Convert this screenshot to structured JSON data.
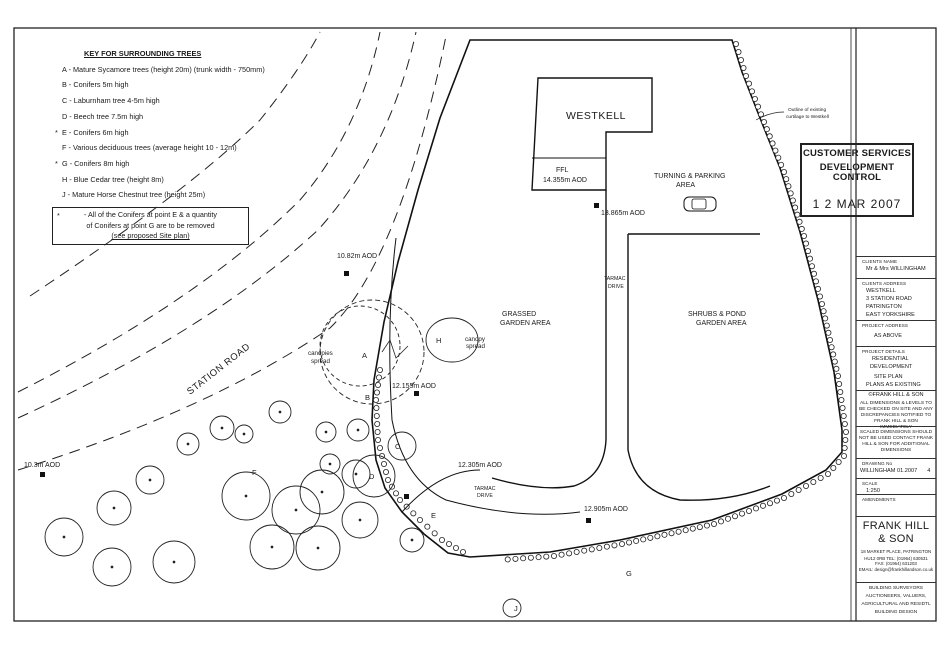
{
  "key": {
    "title": "KEY FOR SURROUNDING TREES",
    "items": [
      {
        "star": "",
        "text": "A - Mature Sycamore trees (height 20m) (trunk width - 750mm)"
      },
      {
        "star": "",
        "text": "B - Conifers 5m high"
      },
      {
        "star": "",
        "text": "C - Laburnham tree 4-5m high"
      },
      {
        "star": "",
        "text": "D - Beech tree 7.5m high"
      },
      {
        "star": "*",
        "text": "E - Conifers 6m high"
      },
      {
        "star": "",
        "text": "F - Various deciduous trees (average height 10 - 12m)"
      },
      {
        "star": "*",
        "text": "G - Conifers 8m high"
      },
      {
        "star": "",
        "text": "H - Blue Cedar tree (height 8m)"
      },
      {
        "star": "",
        "text": "J - Mature Horse Chestnut tree (height 25m)"
      }
    ],
    "note_star": "*",
    "note_line1": "- All of the Conifers at point E & a quantity",
    "note_line2": "of Conifers at point G are to be removed",
    "note_link": "(see proposed Site plan)"
  },
  "plan": {
    "building": "WESTKELL",
    "ffl": "FFL",
    "ffl_level": "14.355m AOD",
    "turning1": "TURNING & PARKING",
    "turning2": "AREA",
    "level_drive": "13.865m AOD",
    "tarmac_drive1": "TARMAC",
    "tarmac_drive2": "DRIVE",
    "grassed1": "GRASSED",
    "grassed2": "GARDEN AREA",
    "shrubs1": "SHRUBS & POND",
    "shrubs2": "GARDEN AREA",
    "station_road": "STATION ROAD",
    "level_a": "10.82m AOD",
    "level_b": "12.155m AOD",
    "level_c": "12.305m AOD",
    "level_d": "12.905m AOD",
    "level_road": "10.3m AOD",
    "canopies1": "canopies",
    "canopies2": "spread",
    "canopy1": "canopy",
    "canopy2": "spread",
    "curtilage1": "Outline of existing",
    "curtilage2": "curtilage to Westkell",
    "tarmac_lower1": "TARMAC",
    "tarmac_lower2": "DRIVE",
    "tree_labels": {
      "A": "A",
      "B": "B",
      "C": "C",
      "D": "D",
      "E": "E",
      "F": "F",
      "G": "G",
      "H": "H",
      "J": "J"
    }
  },
  "stamp": {
    "line1": "CUSTOMER SERVICES",
    "line2": "DEVELOPMENT CONTROL",
    "date": "1 2 MAR 2007"
  },
  "title_block": {
    "clients_name_h": "CLIENTS NAME",
    "clients_name": "Mr & Mrs WILLINGHAM",
    "clients_address_h": "CLIENTS ADDRESS",
    "address": [
      "WESTKELL",
      "3 STATION ROAD",
      "PATRINGTON",
      "EAST YORKSHIRE"
    ],
    "project_address_h": "PROJECT ADDRESS",
    "project_address": "AS ABOVE",
    "project_details_h": "PROJECT DETAILS",
    "project_details": [
      "RESIDENTIAL",
      "DEVELOPMENT"
    ],
    "site_plan": "SITE PLAN",
    "plans_existing": "PLANS AS EXISTING",
    "copyright": "©FRANK HILL & SON",
    "notice": "ALL DIMENSIONS & LEVELS TO BE CHECKED ON SITE AND ANY DISCREPANCIES NOTIFIED TO FRANK HILL & SON IMMEDIATELY",
    "scaled": "SCALED DIMENSIONS SHOULD NOT BE USED CONTACT FRANK HILL & SON FOR ADDITIONAL DIMENSIONS",
    "drawing_no_h": "DRAWING No",
    "drawing_no": "WILLINGHAM 01.2007",
    "revision": "4",
    "scale_h": "SCALE",
    "scale": "1:250",
    "amendments_h": "AMENDMENTS",
    "firm1": "FRANK HILL",
    "firm2": "& SON",
    "firm_addr": [
      "18 MARKET PLACE, PATRINGTON",
      "HU12 0RB      TEL: (01964) 630531",
      "FAX: (01964) 631203",
      "EMAIL: design@frankhillandson.co.uk"
    ],
    "services": [
      "BUILDING SURVEYORS",
      "AUCTIONEERS, VALUERS,",
      "AGRICULTURAL AND RESIDTL",
      "BUILDING DESIGN"
    ]
  }
}
